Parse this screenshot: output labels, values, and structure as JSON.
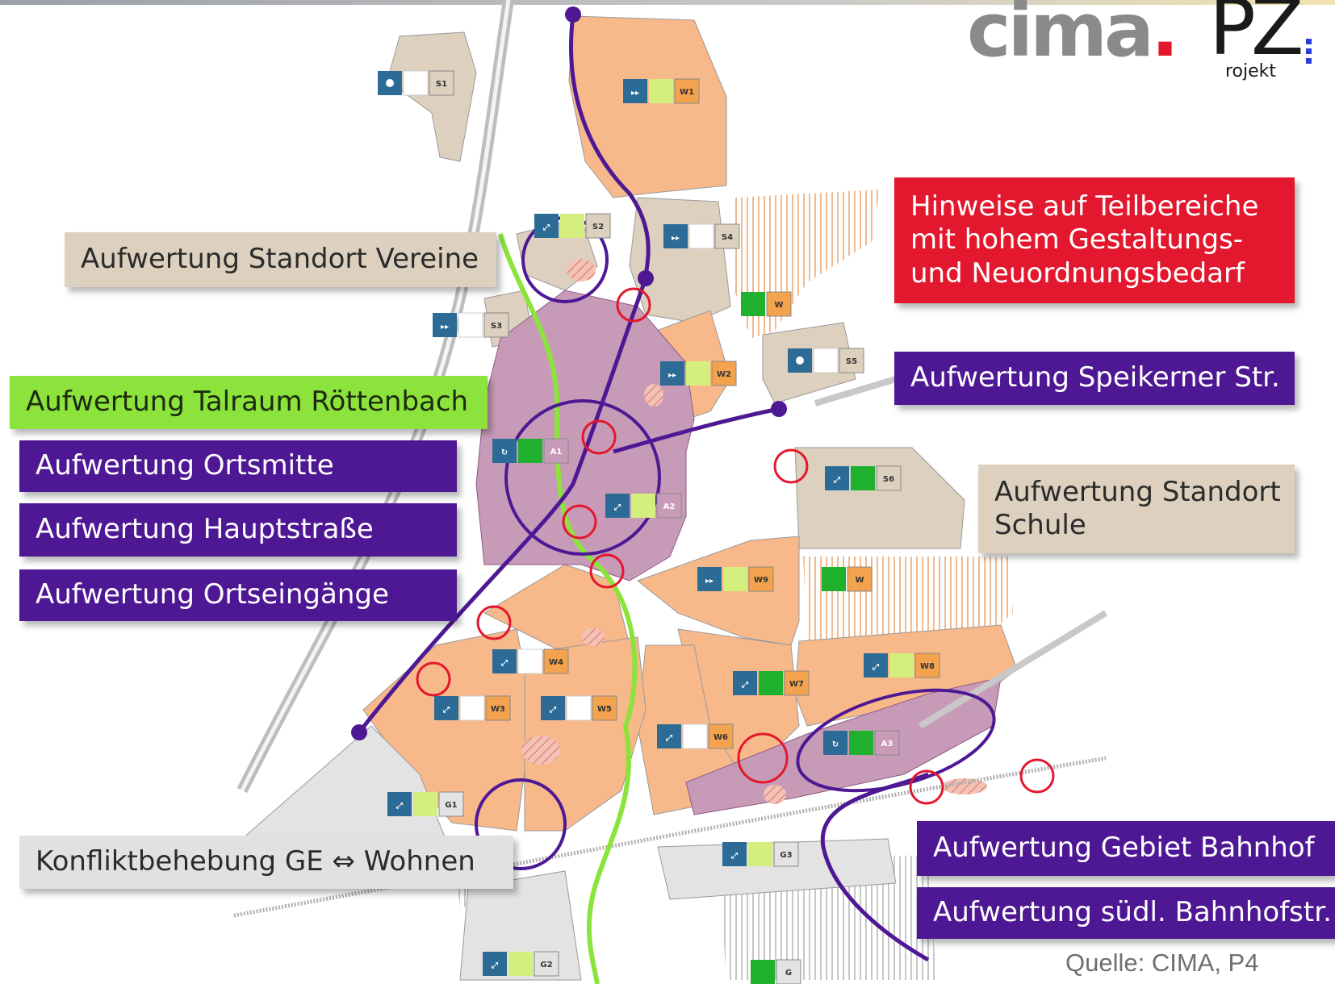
{
  "logo": {
    "cima": "cima",
    "cima_dot": ".",
    "pz": "PZ",
    "projekt": "rojekt"
  },
  "labels": {
    "vereine": "Aufwertung Standort Vereine",
    "talraum": "Aufwertung Talraum Röttenbach",
    "ortsmitte": "Aufwertung Ortsmitte",
    "hauptstrasse": "Aufwertung Hauptstraße",
    "ortseingaenge": "Aufwertung Ortseingänge",
    "hinweise": [
      "Hinweise auf Teilbereiche",
      "mit hohem Gestaltungs-",
      "und Neuordnungsbedarf"
    ],
    "speikerner": "Aufwertung Speikerner Str.",
    "schule": [
      "Aufwertung Standort",
      "Schule"
    ],
    "konflikt": "Konfliktbehebung GE ⇔ Wohnen",
    "bahnhof": "Aufwertung Gebiet Bahnhof",
    "bahnhofstr": "Aufwertung südl. Bahnhofstr."
  },
  "source": "Quelle: CIMA, P4",
  "area_codes": [
    "S1",
    "S2",
    "S3",
    "S4",
    "S5",
    "S6",
    "W1",
    "W2",
    "W3",
    "W4",
    "W5",
    "W6",
    "W7",
    "W8",
    "W9",
    "W",
    "W",
    "A1",
    "A2",
    "A3",
    "G1",
    "G2",
    "G3",
    "G"
  ],
  "colors": {
    "residential": "#f8b98a",
    "center": "#c79ab8",
    "special": "#ddd0bf",
    "commercial": "#dcdcdc",
    "route": "#4e1894",
    "stream": "#8be33b",
    "marker": "#e3172d",
    "label_purple": "#4e1894",
    "label_red": "#e3172d"
  },
  "icons": [
    "arrows-inout-icon",
    "target-icon",
    "fast-forward-icon",
    "refresh-icon"
  ]
}
